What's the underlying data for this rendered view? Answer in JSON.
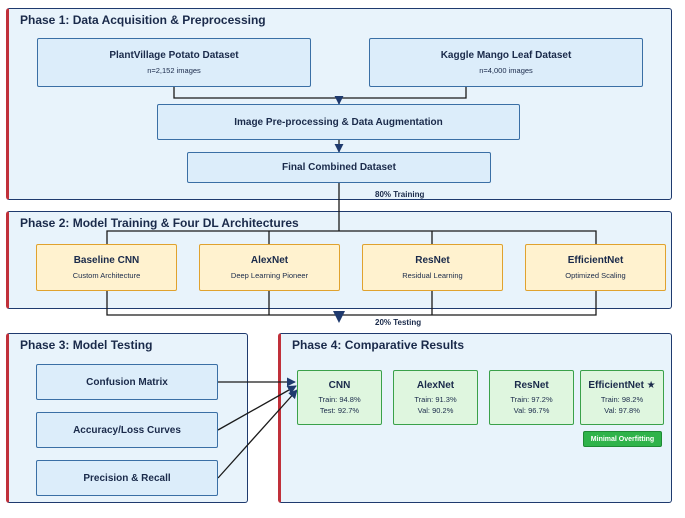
{
  "colors": {
    "panel_bg": "#e8f3fb",
    "panel_border": "#1f3a6e",
    "panel_accent": "#c0303a",
    "box_blue": "#dcedfa",
    "box_orange": "#fff2cf",
    "box_green": "#dff6df",
    "badge_green": "#2fb34a",
    "connector": "#1a1a1a"
  },
  "phase1": {
    "title": "Phase 1: Data Acquisition & Preprocessing",
    "plantvillage": {
      "label": "PlantVillage Potato Dataset",
      "sub": "n=2,152 images"
    },
    "kaggle": {
      "label": "Kaggle Mango Leaf Dataset",
      "sub": "n=4,000 images"
    },
    "preprocessing": {
      "label": "Image Pre-processing & Data Augmentation"
    },
    "final": {
      "label": "Final Combined Dataset"
    },
    "training_split": "80% Training"
  },
  "phase2": {
    "title": "Phase 2: Model Training & Four DL Architectures",
    "models": [
      {
        "label": "Baseline CNN",
        "sub": "Custom Architecture"
      },
      {
        "label": "AlexNet",
        "sub": "Deep Learning Pioneer"
      },
      {
        "label": "ResNet",
        "sub": "Residual Learning"
      },
      {
        "label": "EfficientNet",
        "sub": "Optimized Scaling"
      }
    ],
    "testing_split": "20% Testing"
  },
  "phase3": {
    "title": "Phase 3: Model Testing",
    "items": [
      {
        "label": "Confusion Matrix"
      },
      {
        "label": "Accuracy/Loss Curves"
      },
      {
        "label": "Precision & Recall"
      }
    ]
  },
  "phase4": {
    "title": "Phase 4: Comparative Results",
    "results": [
      {
        "label": "CNN",
        "line1": "Train: 94.8%",
        "line2": "Test: 92.7%"
      },
      {
        "label": "AlexNet",
        "line1": "Train: 91.3%",
        "line2": "Val: 90.2%"
      },
      {
        "label": "ResNet",
        "line1": "Train: 97.2%",
        "line2": "Val: 96.7%"
      },
      {
        "label": "EfficientNet ★",
        "line1": "Train: 98.2%",
        "line2": "Val: 97.8%"
      }
    ],
    "badge": "Minimal Overfitting"
  }
}
